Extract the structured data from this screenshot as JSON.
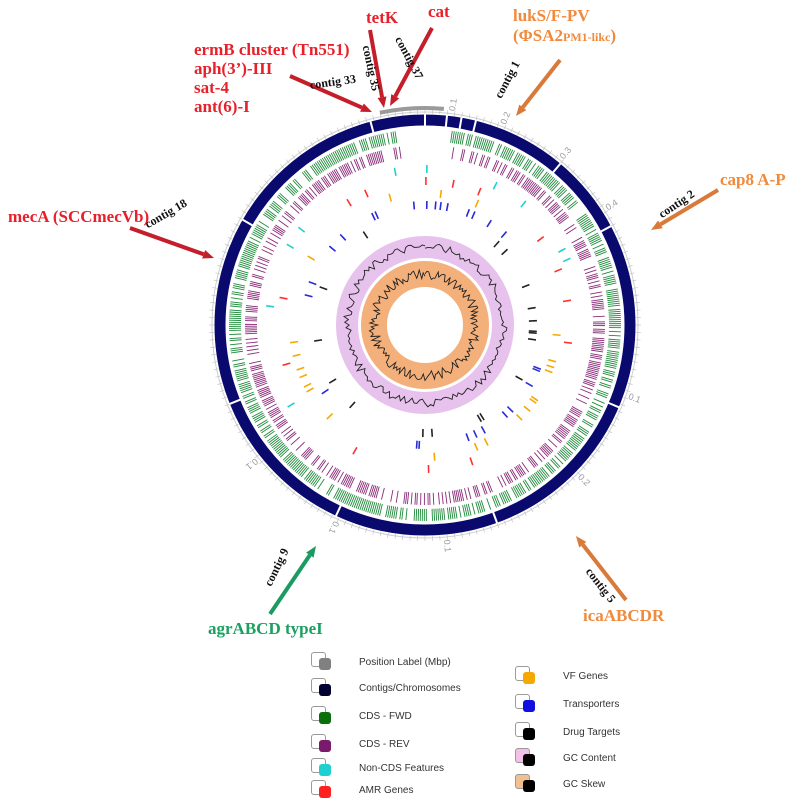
{
  "gene_annotations": [
    {
      "label": "tetK"
    },
    {
      "label": "cat"
    },
    {
      "label": "ermB cluster (Tn551)"
    },
    {
      "label": "aph(3’)-III"
    },
    {
      "label": "sat-4"
    },
    {
      "label": "ant(6)-I"
    },
    {
      "label": "mecA (SCCmecVb)"
    },
    {
      "label": "lukS/F-PV"
    },
    {
      "label": "(ΦSA2"
    },
    {
      "label": "PM1-likc"
    },
    {
      "label": ")"
    },
    {
      "label": "cap8 A-P"
    },
    {
      "label": "icaABCDR"
    },
    {
      "label": "agrABCD typeI"
    }
  ],
  "contig_labels": [
    "contig 35",
    "contig 37",
    "contig 33",
    "contig 1",
    "contig 18",
    "contig 2",
    "contig 9",
    "contig 5"
  ],
  "position_labels": [
    "0.1",
    "0.2",
    "0.3",
    "0.4",
    "0.1",
    "0.2",
    "0.1",
    "0.1",
    "0.1"
  ],
  "legend": [
    {
      "label": "Position Label (Mbp)",
      "color": "#808080"
    },
    {
      "label": "Contigs/Chromosomes",
      "color": "#000033"
    },
    {
      "label": "CDS - FWD",
      "color": "#0a6e0a"
    },
    {
      "label": "CDS - REV",
      "color": "#7a1a6a"
    },
    {
      "label": "Non-CDS Features",
      "color": "#20d0d0"
    },
    {
      "label": "AMR Genes",
      "color": "#ff2020"
    },
    {
      "label": "VF Genes",
      "color": "#f5a800"
    },
    {
      "label": "Transporters",
      "color": "#1010e0"
    },
    {
      "label": "Drug Targets",
      "color": "#000000"
    },
    {
      "label": "GC Content",
      "color": "#f4c0e8",
      "second_color": "#000000"
    },
    {
      "label": "GC Skew",
      "color": "#f0c090",
      "second_color": "#000000"
    }
  ],
  "colors": {
    "red_annotation": "#e8202a",
    "orange_annotation": "#f08a3c",
    "green_annotation": "#1aa060",
    "contig_ring": "#0a0a6e",
    "cds_fwd": "#1e8a3a",
    "cds_rev": "#8a2a78",
    "gc_content_band": "#e6c2ec",
    "gc_skew_band": "#f4b07a"
  }
}
